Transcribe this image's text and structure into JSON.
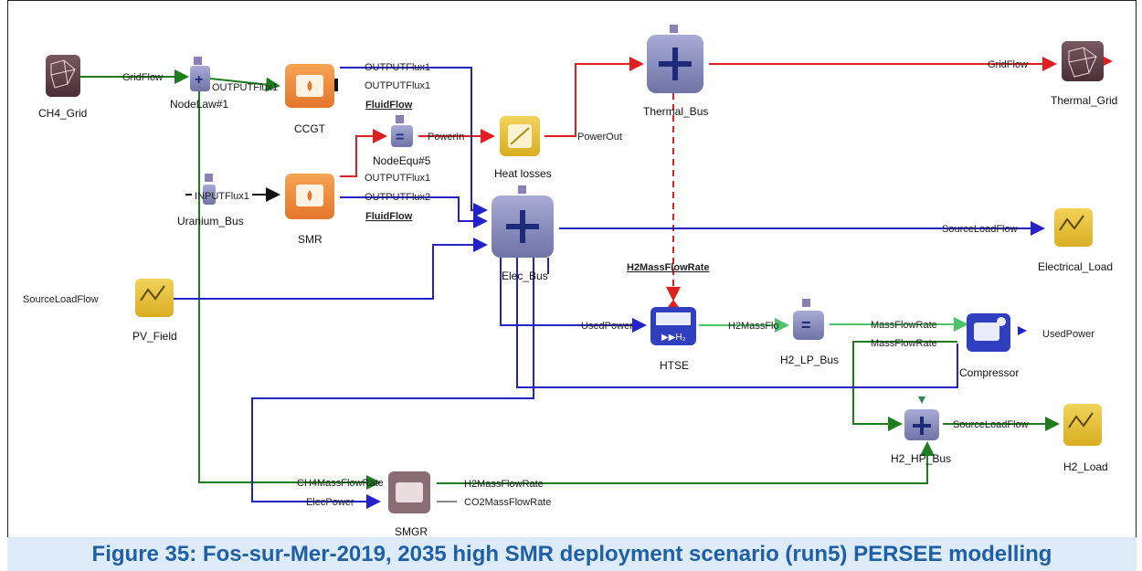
{
  "colors": {
    "electric": "#2323c8",
    "thermal": "#e02020",
    "gas": "#1e7d1e",
    "hydrogen": "#4cc36a",
    "co2": "#8a8a8a",
    "fuel": "#111111",
    "bus_fill": "#8b8fbf",
    "plant_fill": "#ef8a3b",
    "load_fill": "#e4c13a",
    "grid_fill": "#5b3d43",
    "caption_bg": "#dcebf7",
    "caption_text": "#1f5fa6"
  },
  "nodes": {
    "ch4_grid": "CH4_Grid",
    "nodelaw": "NodeLaw#1",
    "ccgt": "CCGT",
    "smr": "SMR",
    "uranium_bus": "Uranium_Bus",
    "nodeequ5": "NodeEqu#5",
    "heat_losses": "Heat losses",
    "thermal_bus": "Thermal_Bus",
    "thermal_grid": "Thermal_Grid",
    "elec_bus": "Elec_Bus",
    "electrical_load": "Electrical_Load",
    "pv_field": "PV_Field",
    "htse": "HTSE",
    "h2_lp_bus": "H2_LP_Bus",
    "compressor": "Compressor",
    "h2_hp_bus": "H2_HP_Bus",
    "h2_load": "H2_Load",
    "smgr": "SMGR"
  },
  "ports": {
    "gridflow_ch4": "GridFlow",
    "outputflux1_nodelaw": "OUTPUTFlux1",
    "ccgt_out1": "OUTPUTFlux1",
    "ccgt_out2": "OUTPUTFlux1",
    "ccgt_fluid": "FluidFlow",
    "input_flux1": "INPUTFlux1",
    "smr_out1": "OUTPUTFlux1",
    "smr_out2": "OUTPUTFlux2",
    "smr_fluid": "FluidFlow",
    "powerin": "PowerIn",
    "powerout": "PowerOut",
    "gridflow_thermal": "GridFlow",
    "sourceload_elec": "SourceLoadFlow",
    "sourceload_pv": "SourceLoadFlow",
    "h2massflowrate_top": "H2MassFlowRate",
    "usedpower_htse": "UsedPower",
    "h2massflow_htse": "H2MassFlo",
    "massflowrate_1": "MassFlowRate",
    "massflowrate_2": "MassFlowRate",
    "usedpower_comp": "UsedPower",
    "sourceload_h2": "SourceLoadFlow",
    "ch4massflowrate": "CH4MassFlowRate",
    "elecpower": "ElecPower",
    "h2massflowrate_smgr": "H2MassFlowRate",
    "co2massflowrate": "CO2MassFlowRate"
  },
  "caption": "Figure 35: Fos-sur-Mer-2019, 2035 high SMR deployment scenario (run5) PERSEE modelling"
}
